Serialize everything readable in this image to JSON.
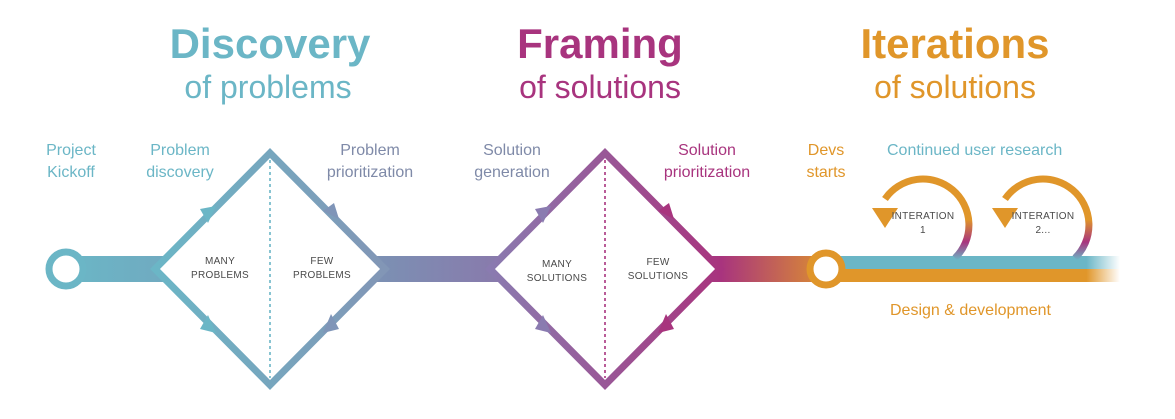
{
  "colors": {
    "discovery": "#6bb6c6",
    "discovery_edge": "#7fa7c2",
    "framing": "#a8347e",
    "framing_edge": "#9a62a8",
    "iterations": "#e0962a",
    "slate": "#7f8aa8",
    "mauve": "#8e5a9a",
    "text_dark": "#4a4a4a"
  },
  "phases": {
    "discovery": {
      "title": "Discovery",
      "subtitle": "of problems"
    },
    "framing": {
      "title": "Framing",
      "subtitle": "of solutions"
    },
    "iterations": {
      "title": "Iterations",
      "subtitle": "of solutions"
    }
  },
  "labels": {
    "kickoff_1": "Project",
    "kickoff_2": "Kickoff",
    "problem_discovery_1": "Problem",
    "problem_discovery_2": "discovery",
    "problem_prioritization_1": "Problem",
    "problem_prioritization_2": "prioritization",
    "solution_generation_1": "Solution",
    "solution_generation_2": "generation",
    "solution_prioritization_1": "Solution",
    "solution_prioritization_2": "prioritization",
    "devs_starts_1": "Devs",
    "devs_starts_2": "starts",
    "continued_research": "Continued user research",
    "design_development": "Design & development"
  },
  "diamond_labels": {
    "many_problems_1": "MANY",
    "many_problems_2": "PROBLEMS",
    "few_problems_1": "FEW",
    "few_problems_2": "PROBLEMS",
    "many_solutions_1": "MANY",
    "many_solutions_2": "SOLUTIONS",
    "few_solutions_1": "FEW",
    "few_solutions_2": "SOLUTIONS"
  },
  "iterations": [
    {
      "label": "INTERATION",
      "number": "1"
    },
    {
      "label": "INTERATION",
      "number": "2..."
    }
  ]
}
